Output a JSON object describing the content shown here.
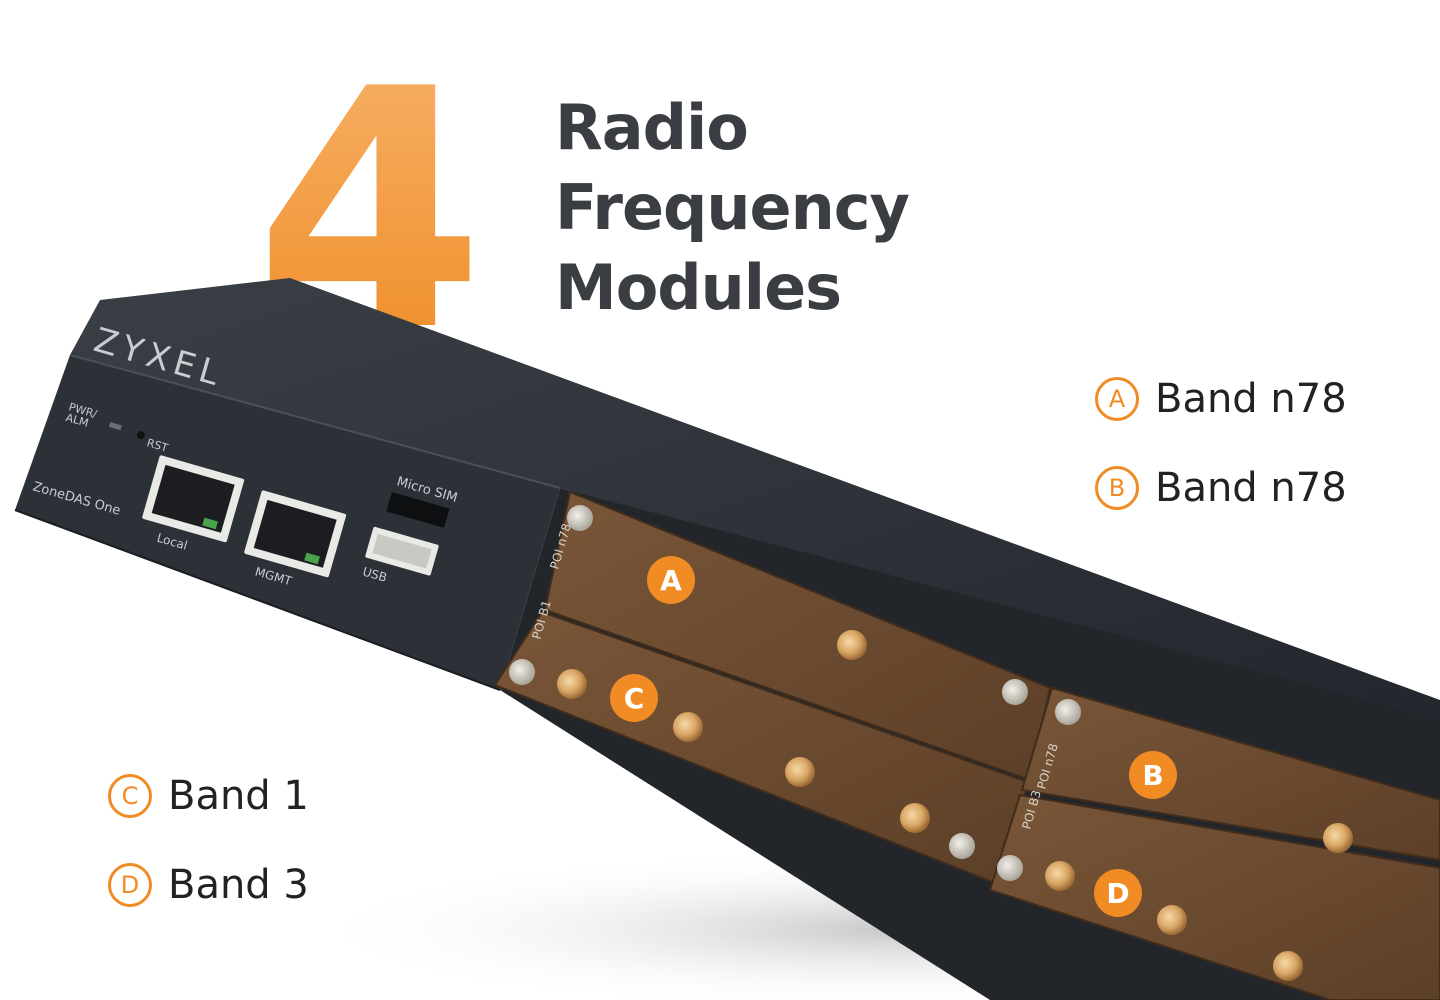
{
  "big_number": "4",
  "headline": [
    "Radio",
    "Frequency",
    "Modules"
  ],
  "legend": [
    {
      "letter": "A",
      "label": "Band n78"
    },
    {
      "letter": "B",
      "label": "Band n78"
    },
    {
      "letter": "C",
      "label": "Band 1"
    },
    {
      "letter": "D",
      "label": "Band 3"
    }
  ],
  "device": {
    "brand": "ZYXEL",
    "model": "ZoneDAS One",
    "led_label_1": "PWR/",
    "led_label_2": "ALM",
    "reset_label": "RST",
    "port_local": "Local",
    "port_mgmt": "MGMT",
    "sim_label": "Micro SIM",
    "usb_label": "USB",
    "module_a": "POI n78",
    "module_b": "POI n78",
    "module_c": "POI B1",
    "module_d": "POI B3"
  },
  "colors": {
    "accent": "#f08c23",
    "chassis": "#2e333a",
    "module": "#6b4a30",
    "text_dark": "#3a3d42"
  }
}
